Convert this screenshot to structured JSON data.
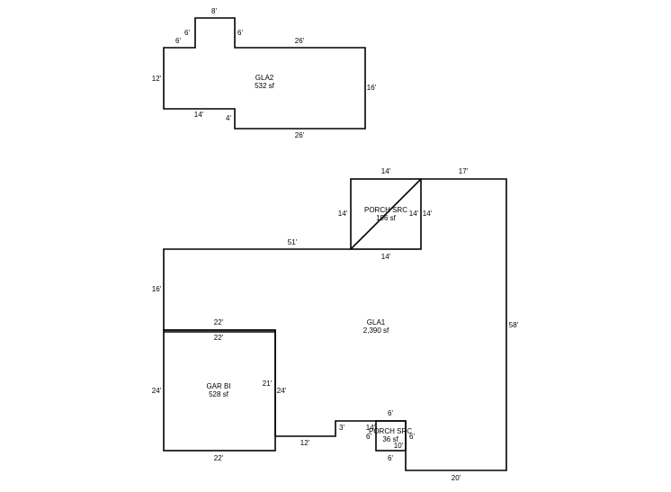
{
  "rooms": {
    "gla2": {
      "name": "GLA2",
      "area": "532 sf"
    },
    "gla1": {
      "name": "GLA1",
      "area": "2,390 sf"
    },
    "garage": {
      "name": "GAR BI",
      "area": "528 sf"
    },
    "porch_upper": {
      "name": "PORCH SRC",
      "area": "196 sf"
    },
    "porch_lower": {
      "name": "PORCH SRC",
      "area": "36 sf"
    }
  },
  "dimensions": {
    "gla2": {
      "top_notch": "8'",
      "notch_left": "6'",
      "notch_right": "6'",
      "left_step": "6'",
      "top_right": "26'",
      "left": "12'",
      "right": "16'",
      "bottom_left": "14'",
      "bottom_step": "4'",
      "bottom_right": "26'"
    },
    "porch_upper": {
      "top": "14'",
      "left": "14'",
      "right_inner": "14'",
      "right_outer": "14'",
      "bottom": "14'"
    },
    "gla1": {
      "top_right": "17'",
      "top_left": "51'",
      "left_upper": "16'",
      "right": "58'",
      "bottom_right": "20'",
      "bottom_mid": "12'",
      "step": "3'",
      "step_top": "14'"
    },
    "garage": {
      "top_outer": "22'",
      "top_inner": "22'",
      "left": "24'",
      "right_inner": "21'",
      "right_outer": "24'",
      "bottom": "22'"
    },
    "porch_lower": {
      "top": "6'",
      "left": "6'",
      "right": "6'",
      "bottom_inner": "10'",
      "bottom": "6'"
    }
  }
}
